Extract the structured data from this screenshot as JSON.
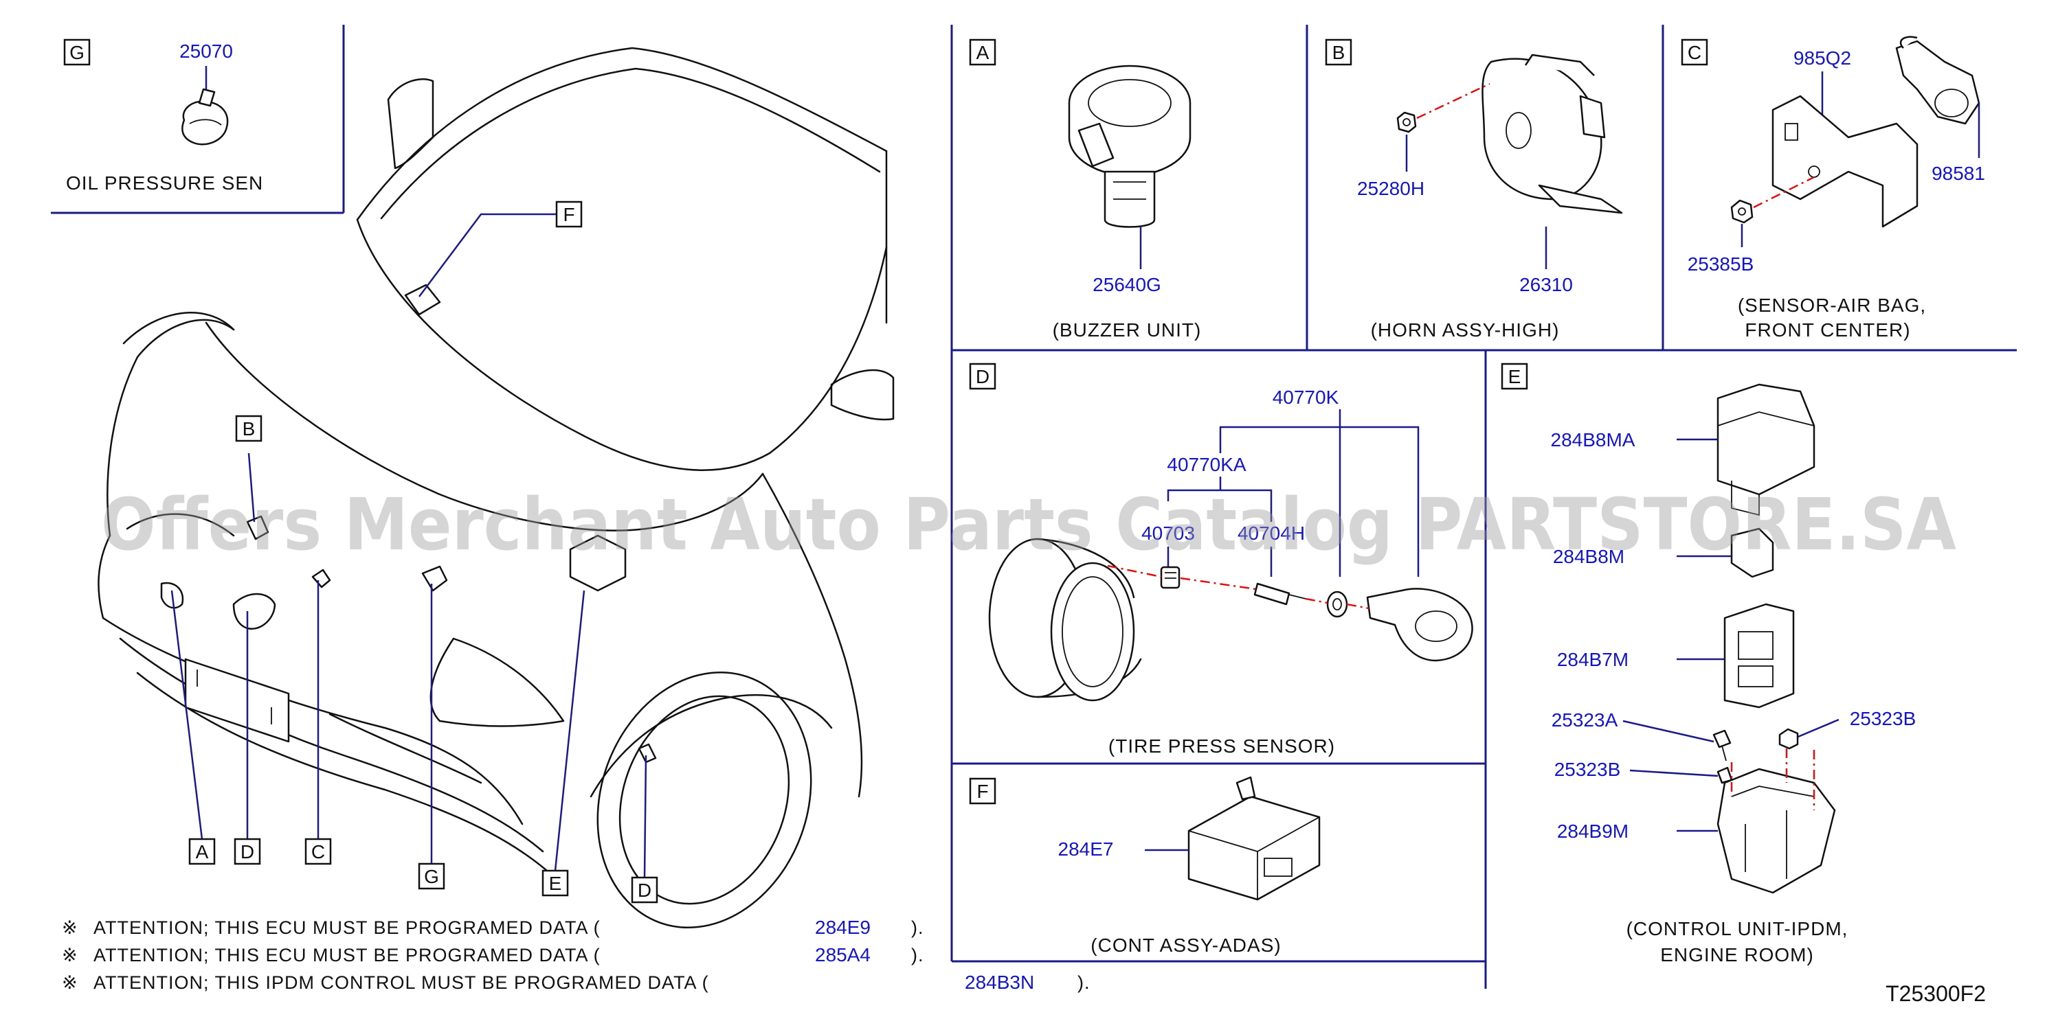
{
  "diagram_code": "T25300F2",
  "watermark": "Offers Merchant Auto Parts Catalog PARTSTORE.SA",
  "car_callouts": [
    "A",
    "D",
    "C",
    "G",
    "E",
    "D",
    "B",
    "F"
  ],
  "panels": {
    "G": {
      "key": "G",
      "parts": [
        "25070"
      ],
      "caption": "OIL   PRESSURE   SEN"
    },
    "A": {
      "key": "A",
      "parts": [
        "25640G"
      ],
      "caption": "(BUZZER   UNIT)"
    },
    "B": {
      "key": "B",
      "parts": [
        "25280H",
        "26310"
      ],
      "caption": "(HORN   ASSY-HIGH)"
    },
    "C": {
      "key": "C",
      "parts": [
        "985Q2",
        "98581",
        "25385B"
      ],
      "caption_lines": [
        "(SENSOR-AIR   BAG,",
        "FRONT   CENTER)"
      ]
    },
    "D": {
      "key": "D",
      "parts": [
        "40770K",
        "40770KA",
        "40703",
        "40704H"
      ],
      "caption": "(TIRE   PRESS   SENSOR)"
    },
    "E": {
      "key": "E",
      "parts": [
        "284B8MA",
        "284B8M",
        "284B7M",
        "25323A",
        "25323B",
        "25323B",
        "284B9M"
      ],
      "caption_lines": [
        "(CONTROL   UNIT-IPDM,",
        "ENGINE   ROOM)"
      ]
    },
    "F": {
      "key": "F",
      "parts": [
        "284E7"
      ],
      "caption": "(CONT   ASSY-ADAS)"
    }
  },
  "attention": [
    {
      "mark": "※",
      "text": "ATTENTION;   THIS   ECU   MUST   BE   PROGRAMED   DATA   (",
      "part": "284E9",
      "close": ")."
    },
    {
      "mark": "※",
      "text": "ATTENTION;   THIS   ECU   MUST   BE   PROGRAMED   DATA   (",
      "part": "285A4",
      "close": ")."
    },
    {
      "mark": "※",
      "text": "ATTENTION;   THIS   IPDM   CONTROL   MUST   BE   PROGRAMED   DATA   (",
      "part": "284B3N",
      "close": ")."
    }
  ]
}
